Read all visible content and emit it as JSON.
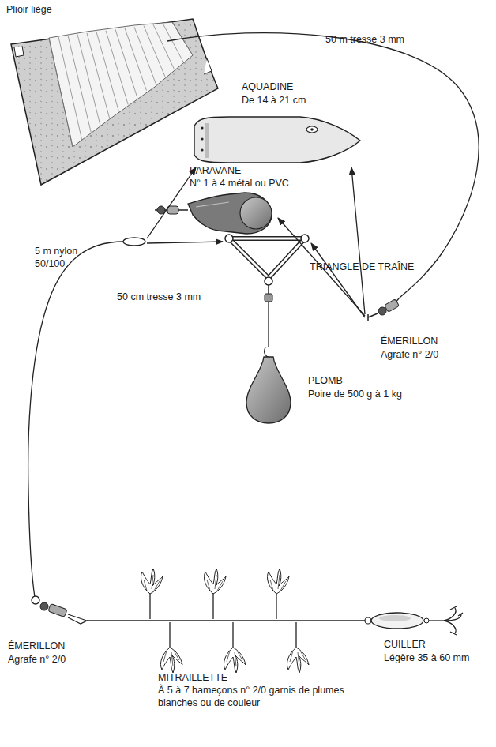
{
  "diagram": {
    "labels": [
      "Plioir liège",
      "50 m tresse 3 mm",
      "AQUADINE",
      "De 14 à 21 cm",
      "PARAVANE",
      "N° 1 à 4 métal ou PVC",
      "ÉMERILLON",
      "Agrafe n° 2/0",
      "TRIANGLE DE TRAÎNE",
      "5 m nylon",
      "50/100",
      "50 cm tresse 3 mm",
      "PLOMB",
      "Poire de 500 g à 1 kg",
      "ÉMERILLON",
      "Agrafe n° 2/0",
      "CUILLER",
      "Légère 35 à 60 mm",
      "MITRAILLETTE",
      "À 5 à 7 hameçons n° 2/0 garnis de plumes blanches ou de couleur"
    ]
  }
}
